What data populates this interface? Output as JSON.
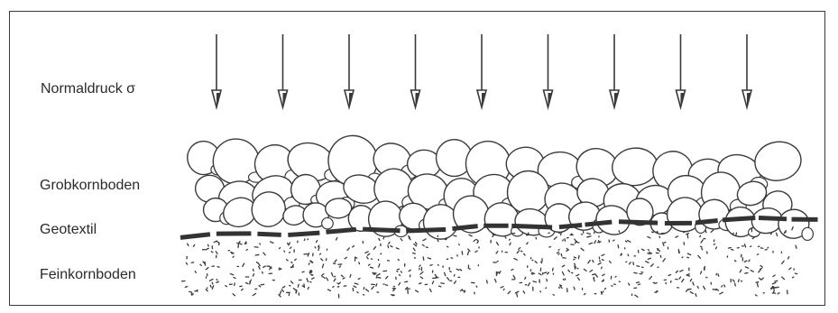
{
  "labels": {
    "normal_pressure": "Normaldruck σ",
    "coarse_soil": "Grobkornboden",
    "geotextile": "Geotextil",
    "fine_soil": "Feinkornboden"
  },
  "arrows": {
    "count": 9,
    "icon": "down-arrow-icon"
  },
  "colors": {
    "line": "#3a3a3a",
    "geotextile": "#333333"
  }
}
